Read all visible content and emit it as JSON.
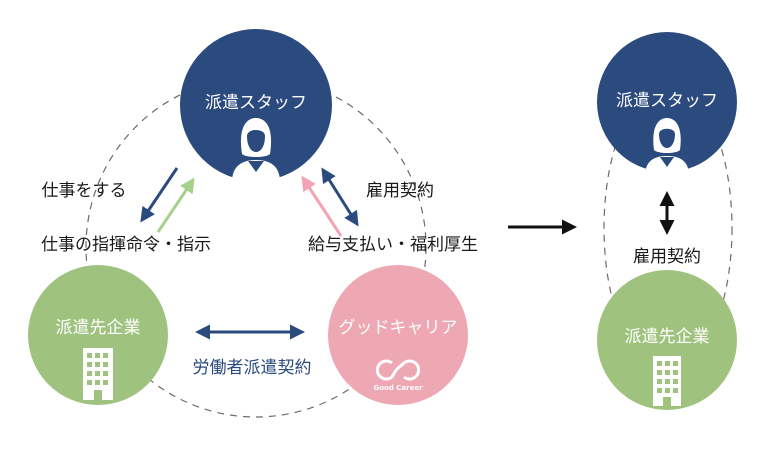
{
  "colors": {
    "navy": "#2b4a7e",
    "green": "#9fc37f",
    "pink": "#eea8b4",
    "arrow_green": "#a8d08d",
    "arrow_pink": "#f4a3b2",
    "dashed": "#6b6b6b",
    "black": "#111111"
  },
  "left": {
    "staff_label": "派遣スタッフ",
    "client_label": "派遣先企業",
    "agency_label": "グッドキャリア",
    "agency_logo_text": "Good Career",
    "edge_work": "仕事をする",
    "edge_instruct": "仕事の指揮命令・指示",
    "edge_employment": "雇用契約",
    "edge_salary": "給与支払い・福利厚生",
    "edge_dispatch_contract": "労働者派遣契約"
  },
  "right": {
    "staff_label": "派遣スタッフ",
    "client_label": "派遣先企業",
    "edge_employment": "雇用契約"
  },
  "icons": {
    "person": "person-icon",
    "building": "building-icon",
    "logo": "good-career-logo"
  }
}
